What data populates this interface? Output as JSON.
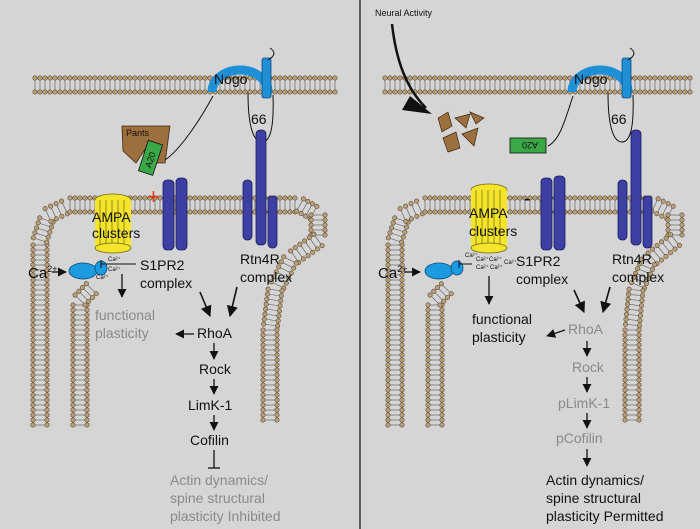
{
  "colors": {
    "background": "#d5d5d5",
    "membrane": "#b8a07c",
    "nogo": "#1f8fd6",
    "receptor": "#3d3fa3",
    "ampa": "#f4e52b",
    "pants": "#9c6f3f",
    "a20": "#3aa846",
    "calcium_channel": "#1c9be0",
    "inhibit_sign": "#e23a1a",
    "inactive_text": "#8a8a8a"
  },
  "left_panel": {
    "nogo_label": "Nogo",
    "receptor_66_label": "66",
    "pants_label": "Pants",
    "a20_label": "A20",
    "plus_sign": "+",
    "ampa_line1": "AMPA",
    "ampa_line2": "clusters",
    "calcium_label": "Ca",
    "calcium_superscript": "2+",
    "ion_labels": [
      "Ca²⁺",
      "Ca²⁺",
      "Ca²⁺"
    ],
    "s1pr2_line1": "S1PR2",
    "s1pr2_line2": "complex",
    "rtn4r_line1": "Rtn4R",
    "rtn4r_line2": "complex",
    "functional_line1": "functional",
    "functional_line2": "plasticity",
    "cascade": [
      "RhoA",
      "Rock",
      "LimK-1",
      "Cofilin"
    ],
    "outcome": [
      "Actin dynamics/",
      "spine structural",
      "plasticity Inhibited"
    ]
  },
  "right_panel": {
    "neural_activity": "Neural Activity",
    "nogo_label": "Nogo",
    "receptor_66_label": "66",
    "a20_label": "A20",
    "minus_sign": "-",
    "ampa_line1": "AMPA",
    "ampa_line2": "clusters",
    "calcium_label": "Ca",
    "calcium_superscript": "2+",
    "ion_labels": [
      "Ca²⁺",
      "Ca²⁺",
      "Ca²⁺",
      "Ca²⁺",
      "Ca²⁺",
      "Ca²⁺"
    ],
    "s1pr2_line1": "S1PR2",
    "s1pr2_line2": "complex",
    "rtn4r_line1": "Rtn4R",
    "rtn4r_line2": "complex",
    "functional_line1": "functional",
    "functional_line2": "plasticity",
    "cascade": [
      "RhoA",
      "Rock",
      "pLimK-1",
      "pCofilin"
    ],
    "outcome": [
      "Actin dynamics/",
      "spine structural",
      "plasticity Permitted"
    ]
  }
}
